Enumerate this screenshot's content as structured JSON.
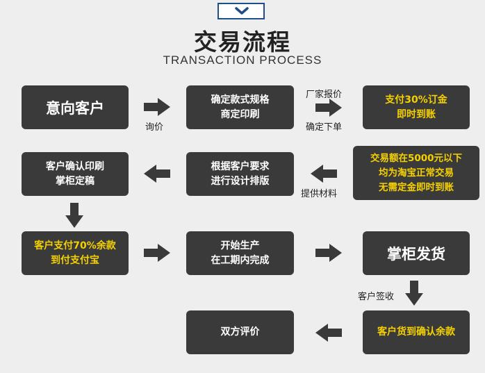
{
  "header": {
    "title": "交易流程",
    "subtitle": "TRANSACTION PROCESS",
    "tab_icon": "chevron-down-icon"
  },
  "steps": [
    {
      "id": "intent",
      "lines": [
        "意向客户"
      ]
    },
    {
      "id": "confirm-spec",
      "lines": [
        "确定款式规格",
        "商定印刷"
      ]
    },
    {
      "id": "pay-deposit",
      "lines": [
        "支付30%订金",
        "即时到账"
      ]
    },
    {
      "id": "confirm-print",
      "lines": [
        "客户确认印刷",
        "掌柜定稿"
      ]
    },
    {
      "id": "design",
      "lines": [
        "根据客户要求",
        "进行设计排版"
      ]
    },
    {
      "id": "over5000",
      "lines": [
        "交易额在5000元以下",
        "均为淘宝正常交易",
        "无需定金即时到账"
      ]
    },
    {
      "id": "pay70",
      "lines": [
        "客户支付70%余款",
        "到付支付宝"
      ]
    },
    {
      "id": "production",
      "lines": [
        "开始生产",
        "在工期内完成"
      ]
    },
    {
      "id": "ship",
      "lines": [
        "掌柜发货"
      ]
    },
    {
      "id": "review",
      "lines": [
        "双方评价"
      ]
    },
    {
      "id": "receive",
      "lines": [
        "客户货到确认余款"
      ]
    }
  ],
  "labels": {
    "inquiry": "询价",
    "factory_quote": "厂家报价",
    "confirm_order": "确定下单",
    "provide_materials": "提供材料",
    "customer_sign": "客户签收"
  },
  "colors": {
    "box": "#3a3a3a",
    "highlight_text": "#f5d100",
    "arrow": "#3a3a3a",
    "background": "#eeeeee"
  }
}
